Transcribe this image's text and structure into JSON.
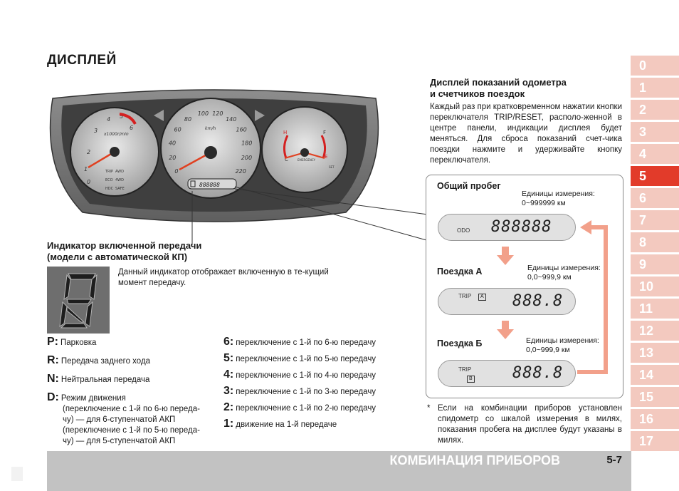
{
  "title": "ДИСПЛЕЙ",
  "tabs": [
    "0",
    "1",
    "2",
    "3",
    "4",
    "5",
    "6",
    "7",
    "8",
    "9",
    "10",
    "11",
    "12",
    "13",
    "14",
    "15",
    "16",
    "17"
  ],
  "active_tab": "5",
  "cluster": {
    "tach_ticks": [
      "1",
      "2",
      "3",
      "4",
      "5",
      "6"
    ],
    "tach_unit": "x1000r/min",
    "tach_zero": "0",
    "speed_ticks": [
      "0",
      "20",
      "40",
      "60",
      "80",
      "100",
      "120",
      "140",
      "160",
      "180",
      "200",
      "220"
    ],
    "speed_unit": "km/h",
    "display_digits": "888888",
    "temp_h": "H",
    "temp_c": "C",
    "fuel_f": "F",
    "fuel_e": "E",
    "warning_labels": [
      "TRIP",
      "AWD",
      "ECO",
      "HDC",
      "4WD",
      "SAFE",
      "EMERGENCY",
      "SET"
    ]
  },
  "gear": {
    "title_line1": "Индикатор включенной передачи",
    "title_line2": "(модели с автоматической КП)",
    "description": "Данный индикатор отображает включенную в те-кущий момент передачу.",
    "left": [
      {
        "key": "P:",
        "text": "Парковка"
      },
      {
        "key": "R:",
        "text": "Передача заднего хода"
      },
      {
        "key": "N:",
        "text": "Нейтральная передача"
      },
      {
        "key": "D:",
        "text": "Режим движения",
        "sub": [
          "(переключение с 1-й по 6-ю переда-",
          "чу) — для 6-ступенчатой АКП",
          "(переключение с 1-й по 5-ю переда-",
          "чу) — для 5-ступенчатой АКП"
        ]
      }
    ],
    "right": [
      {
        "key": "6:",
        "text": "переключение с 1-й по 6-ю передачу"
      },
      {
        "key": "5:",
        "text": "переключение с 1-й по 5-ю передачу"
      },
      {
        "key": "4:",
        "text": "переключение с 1-й по 4-ю передачу"
      },
      {
        "key": "3:",
        "text": "переключение с 1-й по 3-ю передачу"
      },
      {
        "key": "2:",
        "text": "переключение с 1-й по 2-ю передачу"
      },
      {
        "key": "1:",
        "text": "движение на 1-й передаче"
      }
    ]
  },
  "odo_section": {
    "heading_line1": "Дисплей показаний одометра",
    "heading_line2": "и счетчиков поездок",
    "body": "Каждый раз при кратковременном нажатии кнопки переключателя TRIP/RESET, располо-женной в центре панели, индикации дисплея будет меняться. Для сброса показаний счет-чика поездки нажмите и удерживайте кнопку переключателя."
  },
  "panel": {
    "total": {
      "title": "Общий пробег",
      "units_label": "Единицы измерения:",
      "units_range": "0~999999 км",
      "lcd_label": "ODO",
      "lcd_value": "888888"
    },
    "trip_a": {
      "title": "Поездка А",
      "units_label": "Единицы измерения:",
      "units_range": "0,0~999,9 км",
      "lcd_label": "TRIP",
      "lcd_box": "A",
      "lcd_value": "888.8"
    },
    "trip_b": {
      "title": "Поездка Б",
      "units_label": "Единицы измерения:",
      "units_range": "0,0~999,9 км",
      "lcd_label": "TRIP",
      "lcd_box": "B",
      "lcd_value": "888.8"
    }
  },
  "footnote": {
    "star": "*",
    "text": "Если на комбинации приборов установлен спидометр со шкалой измерения в милях, показания пробега на дисплее будут указаны в милях."
  },
  "footer": {
    "section_title": "КОМБИНАЦИЯ ПРИБОРОВ",
    "page_number": "5-7"
  },
  "colors": {
    "tab_inactive": "#f3c9bf",
    "tab_active": "#e23b2a",
    "arrow": "#f2a08a",
    "footer": "#c2c2c2"
  }
}
